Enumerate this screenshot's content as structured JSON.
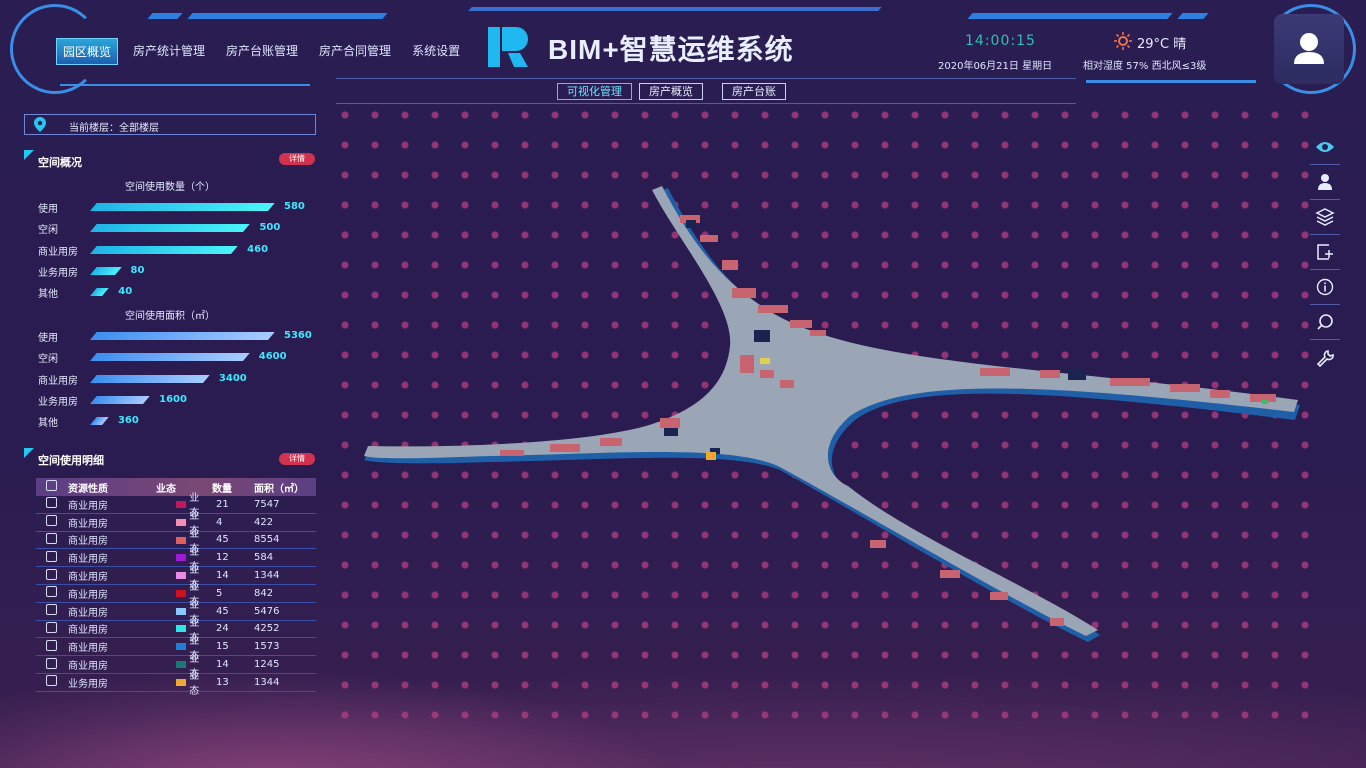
{
  "header": {
    "nav": [
      "园区概览",
      "房产统计管理",
      "房产台账管理",
      "房产合同管理",
      "系统设置"
    ],
    "active_nav_index": 0,
    "title": "BIM+智慧运维系统",
    "time": "14:00:15",
    "date": "2020年06月21日  星期日",
    "temperature": "29°C  晴",
    "humidity_wind": "相对湿度  57%   西北风≤3级"
  },
  "subnav": {
    "tabs": [
      "可视化管理",
      "房产概览",
      "房产台账"
    ],
    "active_index": 0
  },
  "floor": {
    "label": "当前楼层：全部楼层"
  },
  "space_overview": {
    "title": "空间概况",
    "detail_label": "详情",
    "count_chart": {
      "title": "空间使用数量（个）",
      "categories": [
        "使用",
        "空闲",
        "商业用房",
        "业务用房",
        "其他"
      ],
      "values": [
        "580",
        "500",
        "460",
        "80",
        "40"
      ],
      "max": 580
    },
    "area_chart": {
      "title": "空间使用面积（㎡）",
      "categories": [
        "使用",
        "空闲",
        "商业用房",
        "业务用房",
        "其他"
      ],
      "values": [
        "5360",
        "4600",
        "3400",
        "1600",
        "360"
      ],
      "max": 5360
    }
  },
  "space_detail": {
    "title": "空间使用明细",
    "detail_label": "详情",
    "columns": [
      "资源性质",
      "业态",
      "数量",
      "面积（㎡）"
    ],
    "rows": [
      {
        "type": "商业用房",
        "state": "业态",
        "color": "#c2185b",
        "count": "21",
        "area": "7547"
      },
      {
        "type": "商业用房",
        "state": "业态",
        "color": "#f48fb1",
        "count": "4",
        "area": "422"
      },
      {
        "type": "商业用房",
        "state": "业态",
        "color": "#e06060",
        "count": "45",
        "area": "8554"
      },
      {
        "type": "商业用房",
        "state": "业态",
        "color": "#9c1ad8",
        "count": "12",
        "area": "584"
      },
      {
        "type": "商业用房",
        "state": "业态",
        "color": "#e68ae6",
        "count": "14",
        "area": "1344"
      },
      {
        "type": "商业用房",
        "state": "业态",
        "color": "#d0101e",
        "count": "5",
        "area": "842"
      },
      {
        "type": "商业用房",
        "state": "业态",
        "color": "#8ac8ff",
        "count": "45",
        "area": "5476"
      },
      {
        "type": "商业用房",
        "state": "业态",
        "color": "#2ee6e6",
        "count": "24",
        "area": "4252"
      },
      {
        "type": "商业用房",
        "state": "业态",
        "color": "#1f7fd8",
        "count": "15",
        "area": "1573"
      },
      {
        "type": "商业用房",
        "state": "业态",
        "color": "#1a7a7a",
        "count": "14",
        "area": "1245"
      },
      {
        "type": "业务用房",
        "state": "业态",
        "color": "#f0a830",
        "count": "13",
        "area": "1344"
      }
    ]
  },
  "toolbar": {
    "icons": [
      "eye-icon",
      "location-user-icon",
      "layers-icon",
      "add-marker-icon",
      "info-icon",
      "search-icon",
      "wrench-icon"
    ]
  },
  "colors": {
    "accent_cyan": "#3ce8ff",
    "accent_red": "#d0334f",
    "map_floor": "#9aa5b5",
    "map_room": "#c86470"
  }
}
